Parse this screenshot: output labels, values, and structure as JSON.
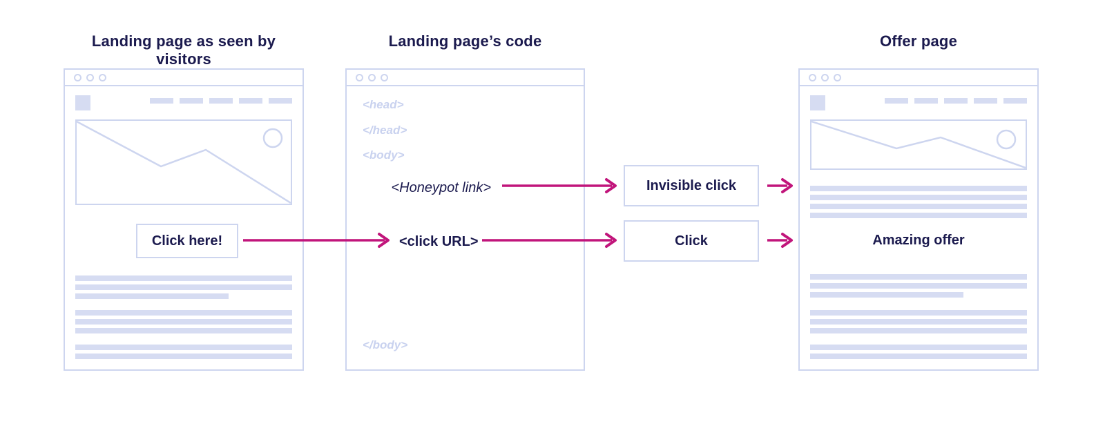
{
  "titles": {
    "visitors": "Landing page as seen by visitors",
    "code": "Landing page’s code",
    "offer": "Offer page"
  },
  "landing": {
    "button_label": "Click here!"
  },
  "code": {
    "head_open": "<head>",
    "head_close": "</head>",
    "body_open": "<body>",
    "honeypot_link": "<Honeypot link>",
    "click_url": "<click URL>",
    "body_close": "</body>"
  },
  "flow": {
    "invisible_click_label": "Invisible click",
    "click_label": "Click"
  },
  "offer": {
    "headline": "Amazing offer"
  },
  "colors": {
    "navy": "#1b1a4e",
    "lavender_border": "#cdd5ef",
    "lavender_fill": "#d6dcf2",
    "code_text": "#c9d2ef",
    "arrow": "#c1157b"
  }
}
